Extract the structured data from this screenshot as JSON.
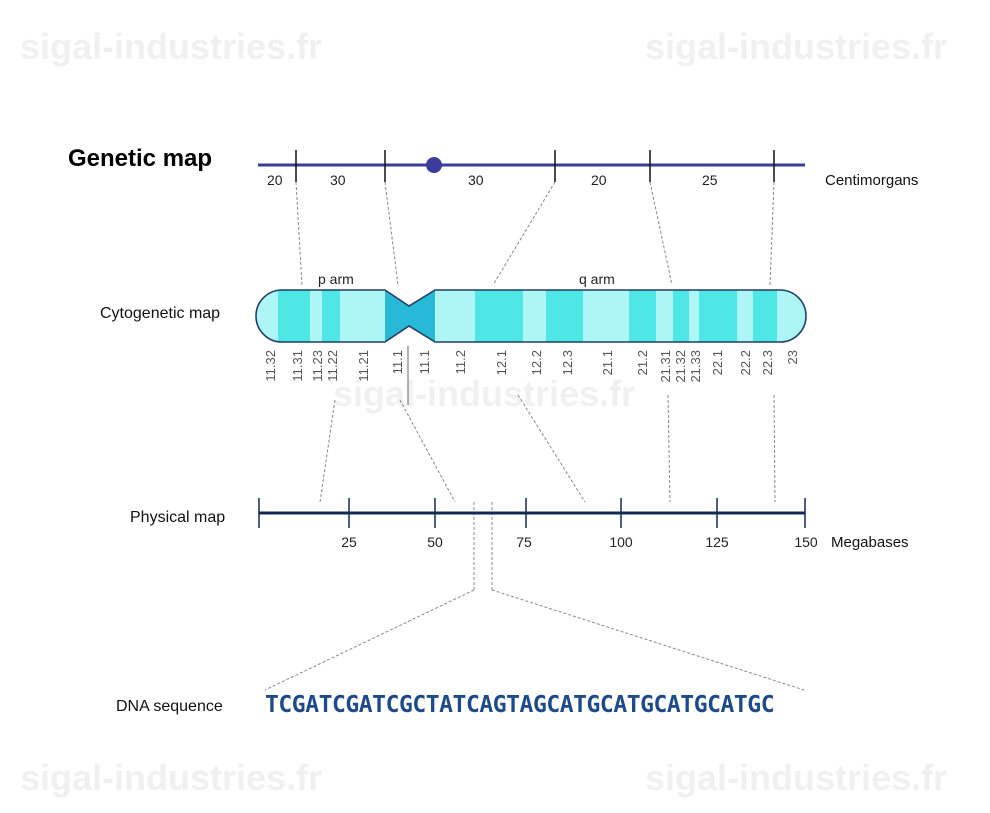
{
  "watermark": {
    "text": "sigal-industries.fr"
  },
  "genetic_map": {
    "title": "Genetic map",
    "segment_values": [
      "20",
      "30",
      "30",
      "20",
      "25"
    ],
    "unit": "Centimorgans",
    "line_color": "#3b3b9a",
    "centromere_color": "#3b3b9a"
  },
  "cytogenetic_map": {
    "label": "Cytogenetic map",
    "p_arm_label": "p arm",
    "q_arm_label": "q arm",
    "band_labels": [
      "11.32",
      "11.31",
      "11.23",
      "11.22",
      "11.21",
      "11.1",
      "11.1",
      "11.2",
      "12.1",
      "12.2",
      "12.3",
      "21.1",
      "21.2",
      "21.31",
      "21.32",
      "21.33",
      "22.1",
      "22.2",
      "22.3",
      "23"
    ],
    "colors": {
      "light_band": "#aef6f6",
      "dark_band": "#4fe6e6",
      "centromere": "#28b8d8",
      "outline": "#1f3f66"
    }
  },
  "physical_map": {
    "label": "Physical map",
    "ticks": [
      "25",
      "50",
      "75",
      "100",
      "125",
      "150"
    ],
    "unit": "Megabases",
    "line_color": "#142855"
  },
  "dna_sequence": {
    "label": "DNA sequence",
    "sequence": "TCGATCGATCGCTATCAGTAGCATGCATGCATGCATGC",
    "color": "#1f4a8a"
  }
}
